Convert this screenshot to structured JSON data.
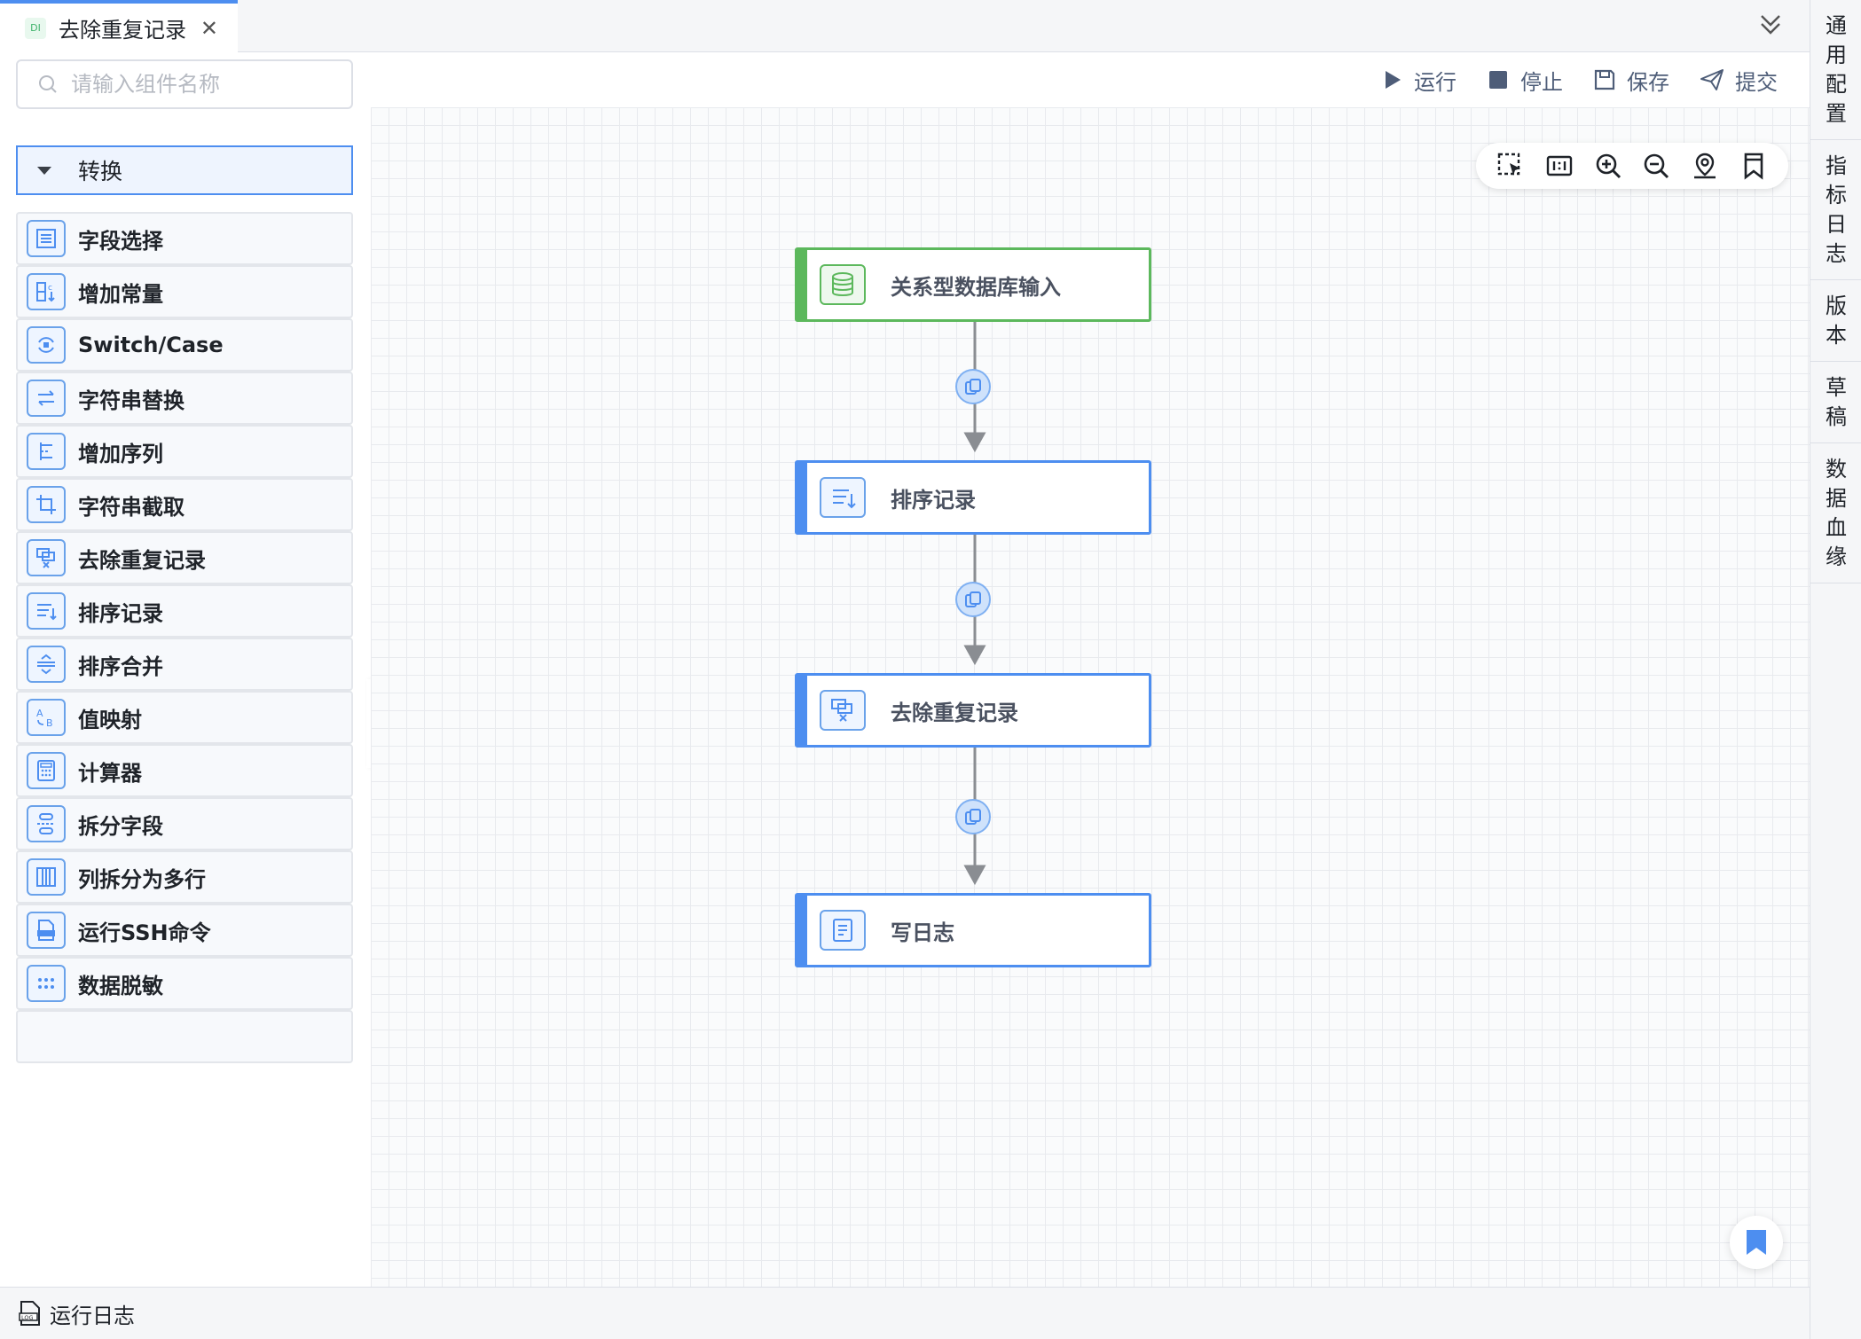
{
  "tab": {
    "badge": "DI",
    "title": "去除重复记录"
  },
  "right_rail": [
    {
      "label": [
        "通",
        "用",
        "配",
        "置"
      ]
    },
    {
      "label": [
        "指",
        "标",
        "日",
        "志"
      ]
    },
    {
      "label": [
        "版",
        "本"
      ]
    },
    {
      "label": [
        "草",
        "稿"
      ]
    },
    {
      "label": [
        "数",
        "据",
        "血",
        "缘"
      ]
    }
  ],
  "palette": {
    "search_placeholder": "请输入组件名称",
    "group": "转换",
    "components": [
      {
        "label": "字段选择",
        "icon": "field-select-icon"
      },
      {
        "label": "增加常量",
        "icon": "add-constant-icon"
      },
      {
        "label": "Switch/Case",
        "icon": "switch-case-icon"
      },
      {
        "label": "字符串替换",
        "icon": "string-replace-icon"
      },
      {
        "label": "增加序列",
        "icon": "add-sequence-icon"
      },
      {
        "label": "字符串截取",
        "icon": "crop-icon"
      },
      {
        "label": "去除重复记录",
        "icon": "dedupe-icon"
      },
      {
        "label": "排序记录",
        "icon": "sort-icon"
      },
      {
        "label": "排序合并",
        "icon": "sort-merge-icon"
      },
      {
        "label": "值映射",
        "icon": "value-map-icon"
      },
      {
        "label": "计算器",
        "icon": "calculator-icon"
      },
      {
        "label": "拆分字段",
        "icon": "split-field-icon"
      },
      {
        "label": "列拆分为多行",
        "icon": "column-split-icon"
      },
      {
        "label": "运行SSH命令",
        "icon": "ssh-file-icon"
      },
      {
        "label": "数据脱敏",
        "icon": "mask-icon"
      }
    ]
  },
  "toolbar": {
    "run": "运行",
    "stop": "停止",
    "save": "保存",
    "submit": "提交"
  },
  "flow": {
    "nodes": [
      {
        "label": "关系型数据库输入",
        "icon": "database-icon"
      },
      {
        "label": "排序记录",
        "icon": "sort-icon"
      },
      {
        "label": "去除重复记录",
        "icon": "dedupe-icon"
      },
      {
        "label": "写日志",
        "icon": "write-log-icon"
      }
    ]
  },
  "bottom": {
    "run_log": "运行日志"
  },
  "colors": {
    "accent": "#4d8ef0",
    "input_node": "#5cb85c",
    "toolbar_text": "#4e5d78"
  }
}
